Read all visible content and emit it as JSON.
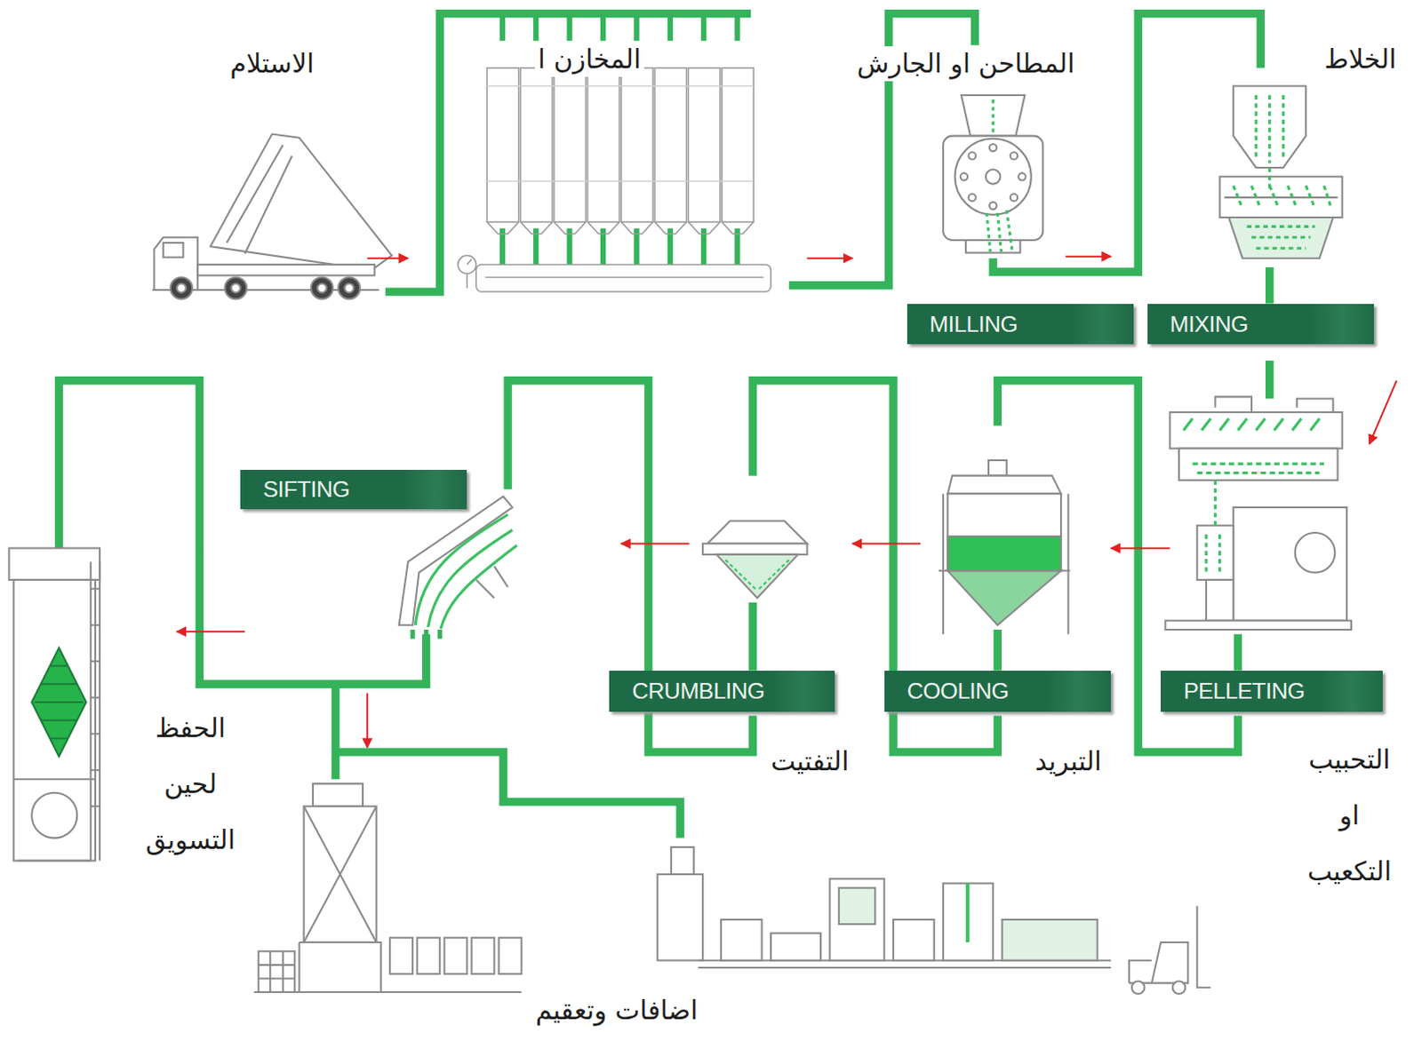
{
  "diagram": {
    "nodes": [
      {
        "text": [
          "الاستلام"
        ]
      },
      {
        "text": [
          "المخازن ا"
        ]
      },
      {
        "text": [
          "المطاحن او الجارش",
          "MILLING"
        ]
      },
      {
        "text": [
          "الخلاط",
          "MIXING"
        ]
      },
      {
        "text": [
          "التحبيب او التكعيب",
          "PELLETING"
        ]
      },
      {
        "text": [
          "التبريد",
          "COOLING"
        ]
      },
      {
        "text": [
          "التفتيت",
          "CRUMBLING"
        ]
      },
      {
        "text": [
          "SIFTING"
        ]
      },
      {
        "text": [
          "الحفظ لحين التسويق"
        ]
      },
      {
        "text": [
          "اضافات وتعقيم"
        ]
      }
    ],
    "edges": [
      {
        "from": 0,
        "to": 1,
        "arrow": "to"
      },
      {
        "from": 1,
        "to": 2,
        "arrow": "to"
      },
      {
        "from": 2,
        "to": 3,
        "arrow": "to"
      },
      {
        "from": 3,
        "to": 4,
        "arrow": "to"
      },
      {
        "from": 4,
        "to": 5,
        "arrow": "to"
      },
      {
        "from": 5,
        "to": 6,
        "arrow": "to"
      },
      {
        "from": 6,
        "to": 7,
        "arrow": "to"
      },
      {
        "from": 7,
        "to": 8,
        "arrow": "to"
      },
      {
        "from": 7,
        "to": 9,
        "arrow": "to"
      }
    ]
  }
}
